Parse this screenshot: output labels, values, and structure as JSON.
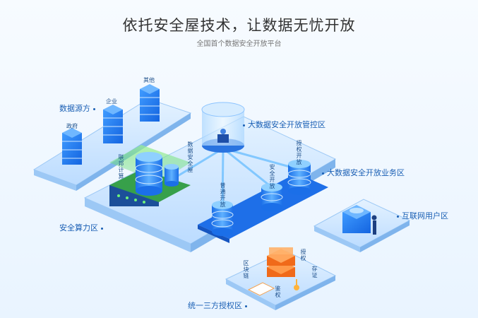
{
  "header": {
    "title": "依托安全屋技术，让数据无忧开放",
    "subtitle": "全国首个数据安全开放平台"
  },
  "zones": {
    "data_source": "数据源方",
    "secure_compute": "安全算力区",
    "mgmt": "大数据安全开放管控区",
    "business": "大数据安全开放业务区",
    "internet_user": "互联网用户区",
    "auth": "统一三方授权区"
  },
  "sources": {
    "gov": "政府",
    "enterprise": "企业",
    "other": "其他"
  },
  "vertical_labels": {
    "federated": "联邦计算",
    "data_safe_house": "数据安全屋",
    "normal_open": "普通开放",
    "secure_open": "安全开放",
    "auth_open": "授权开放",
    "blockchain": "区块链",
    "authorize": "授权",
    "evidence": "存证",
    "auth_check": "鉴权"
  },
  "colors": {
    "primary": "#1a5fb4",
    "accent": "#1e88ff",
    "platform": "#cfe6ff",
    "green_glow": "#4cd964",
    "orange": "#ff8a2a"
  }
}
